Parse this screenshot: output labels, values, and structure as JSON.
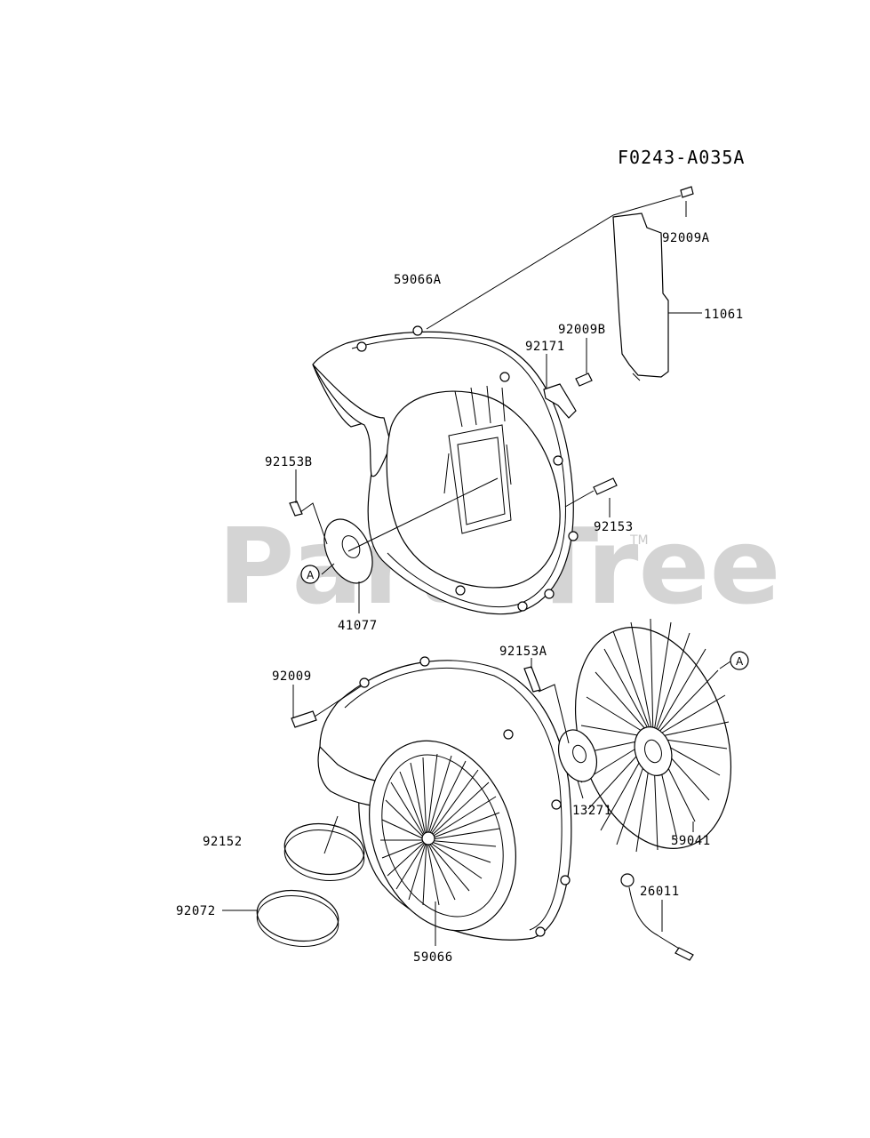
{
  "diagram_id": "F0243-A035A",
  "watermark": "PartsTree",
  "watermark_tm": "TM",
  "ref_marker": "A",
  "parts": {
    "p92009A": "92009A",
    "p11061": "11061",
    "p59066A": "59066A",
    "p92009B": "92009B",
    "p92171": "92171",
    "p92153B": "92153B",
    "p92153": "92153",
    "p41077": "41077",
    "p92009": "92009",
    "p92153A": "92153A",
    "p13271": "13271",
    "p59041": "59041",
    "p92152": "92152",
    "p92072": "92072",
    "p59066": "59066",
    "p26011": "26011"
  }
}
